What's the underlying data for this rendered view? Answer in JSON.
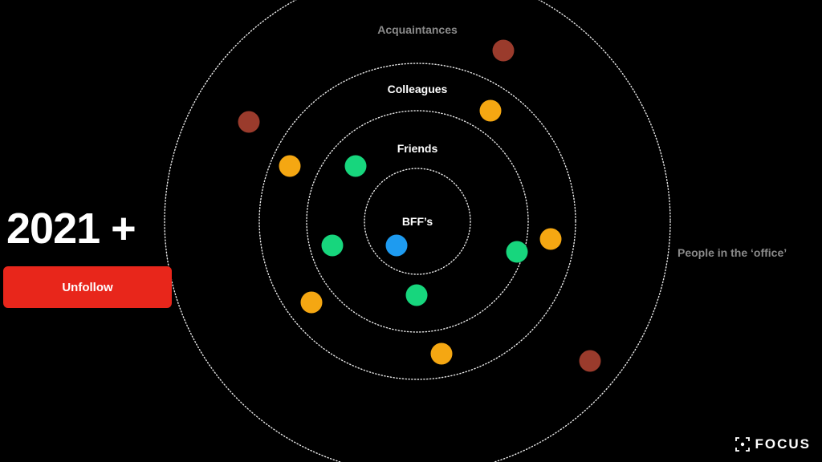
{
  "colors": {
    "background": "#000000",
    "ring": "#e8e8e8",
    "acquaintance": "#9a3b2c",
    "colleague": "#f5a712",
    "friend": "#17d67d",
    "bff": "#1e9bf0",
    "button": "#e8261b",
    "muted_label": "#8a8a8a",
    "label": "#ffffff"
  },
  "year_heading": "2021 +",
  "unfollow_button": "Unfollow",
  "outside_label": "People in the ‘office’",
  "brand": {
    "name": "FOCUS",
    "icon": "focus-frame-icon"
  },
  "rings": [
    {
      "label": "BFF’s",
      "muted": false
    },
    {
      "label": "Friends",
      "muted": false
    },
    {
      "label": "Colleagues",
      "muted": false
    },
    {
      "label": "Acquaintances",
      "muted": true
    }
  ],
  "dots": [
    {
      "group": "bff"
    },
    {
      "group": "friend"
    },
    {
      "group": "friend"
    },
    {
      "group": "friend"
    },
    {
      "group": "friend"
    },
    {
      "group": "colleague"
    },
    {
      "group": "colleague"
    },
    {
      "group": "colleague"
    },
    {
      "group": "colleague"
    },
    {
      "group": "colleague"
    },
    {
      "group": "acquaintance"
    },
    {
      "group": "acquaintance"
    },
    {
      "group": "acquaintance"
    }
  ]
}
